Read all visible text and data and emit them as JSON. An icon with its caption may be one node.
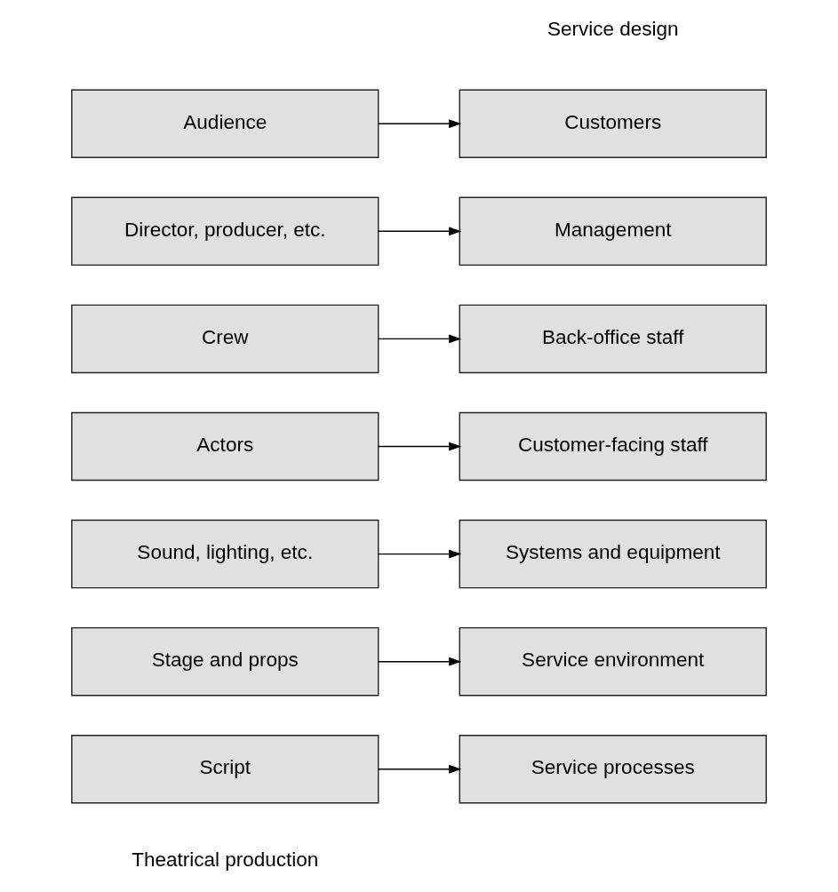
{
  "diagram": {
    "nodes": [
      {
        "text": [
          "Script"
        ]
      },
      {
        "text": [
          "Service processes"
        ]
      },
      {
        "text": [
          "Stage and props"
        ]
      },
      {
        "text": [
          "Service environment"
        ]
      },
      {
        "text": [
          "Sound, lighting, etc."
        ]
      },
      {
        "text": [
          "Systems and equipment"
        ]
      },
      {
        "text": [
          "Actors"
        ]
      },
      {
        "text": [
          "Customer-facing staff"
        ]
      },
      {
        "text": [
          "Crew"
        ]
      },
      {
        "text": [
          "Back-office staff"
        ]
      },
      {
        "text": [
          "Director, producer, etc."
        ]
      },
      {
        "text": [
          "Management"
        ]
      },
      {
        "text": [
          "Audience"
        ]
      },
      {
        "text": [
          "Customers"
        ]
      }
    ],
    "edges": [
      {
        "from": 0,
        "to": 1,
        "arrow": "to"
      },
      {
        "from": 2,
        "to": 3,
        "arrow": "to"
      },
      {
        "from": 4,
        "to": 5,
        "arrow": "to"
      },
      {
        "from": 6,
        "to": 7,
        "arrow": "to"
      },
      {
        "from": 8,
        "to": 9,
        "arrow": "to"
      },
      {
        "from": 10,
        "to": 11,
        "arrow": "to"
      },
      {
        "from": 12,
        "to": 13,
        "arrow": "to"
      }
    ],
    "labels": [
      "Theatrical production",
      "Service design"
    ]
  }
}
